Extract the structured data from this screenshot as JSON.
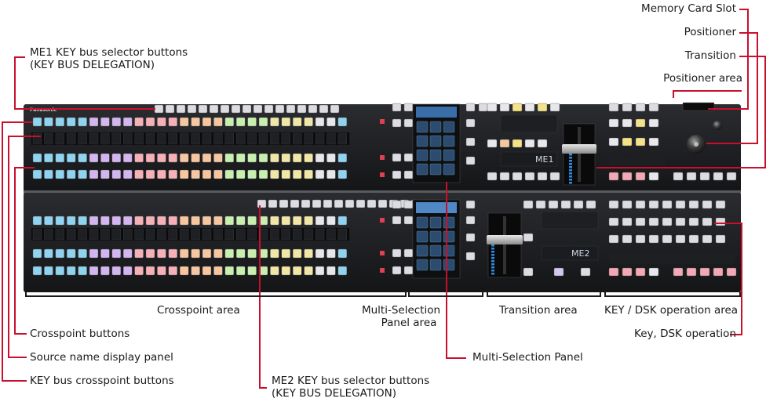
{
  "labels": {
    "memory_card_slot": "Memory Card Slot",
    "positioner": "Positioner",
    "transition": "Transition",
    "positioner_area": "Positioner area",
    "me1_key_bus_line1": "ME1 KEY bus selector buttons",
    "me1_key_bus_line2": "(KEY BUS DELEGATION)",
    "crosspoint_area": "Crosspoint area",
    "multi_selection_panel_area_line1": "Multi-Selection",
    "multi_selection_panel_area_line2": "Panel area",
    "transition_area": "Transition area",
    "key_dsk_operation_area": "KEY / DSK operation area",
    "crosspoint_buttons": "Crosspoint buttons",
    "key_dsk_operation": "Key, DSK operation",
    "source_name_display_panel": "Source name display panel",
    "multi_selection_panel": "Multi-Selection Panel",
    "key_bus_crosspoint_buttons": "KEY bus crosspoint buttons",
    "me2_key_bus_line1": "ME2 KEY bus selector buttons",
    "me2_key_bus_line2": "(KEY BUS DELEGATION)"
  },
  "panel": {
    "brand": "Panasonic",
    "me1_display": "ME1",
    "me2_display": "ME2"
  },
  "colors": {
    "callout_line": "#c8102e",
    "area_bracket": "#1a1a1a",
    "panel_body": "#1c1d20"
  }
}
